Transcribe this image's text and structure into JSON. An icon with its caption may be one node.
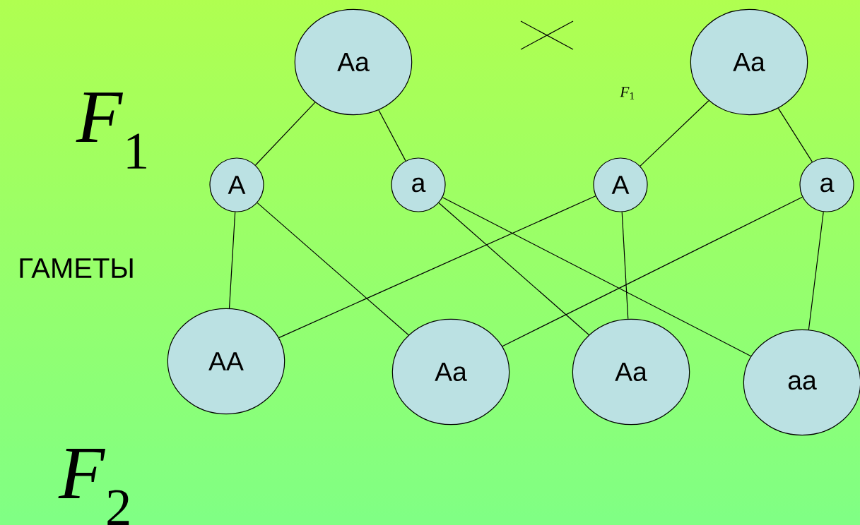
{
  "diagram": {
    "nodes": [
      {
        "text": [
          "Aa"
        ]
      },
      {
        "text": [
          "Aa"
        ]
      },
      {
        "text": [
          "A"
        ]
      },
      {
        "text": [
          "a"
        ]
      },
      {
        "text": [
          "A"
        ]
      },
      {
        "text": [
          "a"
        ]
      },
      {
        "text": [
          "AA"
        ]
      },
      {
        "text": [
          "Aa"
        ]
      },
      {
        "text": [
          "Aa"
        ]
      },
      {
        "text": [
          "aa"
        ]
      }
    ],
    "edges": [
      {
        "from": 0,
        "to": 2,
        "arrow": "none"
      },
      {
        "from": 0,
        "to": 3,
        "arrow": "none"
      },
      {
        "from": 1,
        "to": 4,
        "arrow": "none"
      },
      {
        "from": 1,
        "to": 5,
        "arrow": "none"
      },
      {
        "from": 2,
        "to": 6,
        "arrow": "none"
      },
      {
        "from": 2,
        "to": 7,
        "arrow": "none"
      },
      {
        "from": 3,
        "to": 8,
        "arrow": "none"
      },
      {
        "from": 3,
        "to": 9,
        "arrow": "none"
      },
      {
        "from": 4,
        "to": 6,
        "arrow": "none"
      },
      {
        "from": 4,
        "to": 8,
        "arrow": "none"
      },
      {
        "from": 5,
        "to": 7,
        "arrow": "none"
      },
      {
        "from": 5,
        "to": 9,
        "arrow": "none"
      }
    ],
    "labels": [
      "*F*$_{1}$",
      "*F*$_{1}$",
      "ГАМЕТЫ",
      "*F*$_{2}$"
    ]
  }
}
